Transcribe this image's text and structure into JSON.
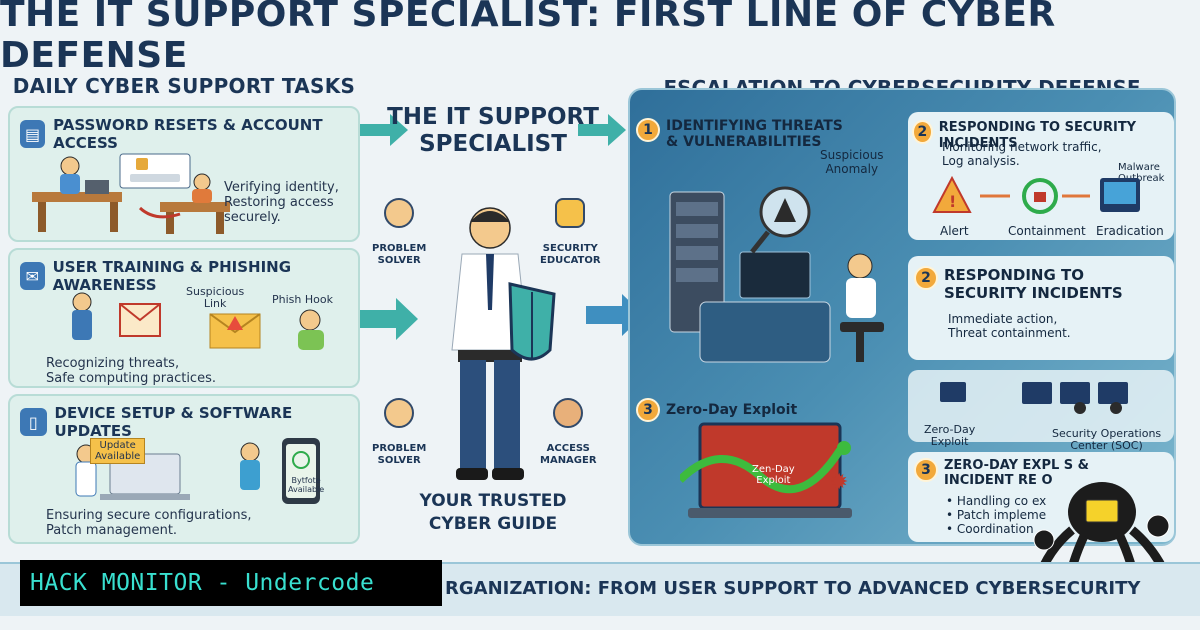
{
  "header": {
    "title": "THE IT SUPPORT SPECIALIST: FIRST LINE OF CYBER DEFENSE"
  },
  "left": {
    "title": "DAILY CYBER SUPPORT TASKS",
    "tasks": [
      {
        "title": "PASSWORD RESETS & ACCOUNT ACCESS",
        "body": "Verifying identity,\nRestoring access\nsecurely.",
        "icon": "clipboard-icon"
      },
      {
        "title": "USER TRAINING & PHISHING AWARENESS",
        "labels": [
          "Suspicious\nLink",
          "Phish Hook"
        ],
        "body": "Recognizing threats,\nSafe computing practices.",
        "icon": "envelope-icon"
      },
      {
        "title": "DEVICE SETUP & SOFTWARE UPDATES",
        "labels": [
          "Update\nAvailable",
          "Bytfote\nAvailable"
        ],
        "body": "Ensuring secure configurations,\nPatch management.",
        "icon": "device-icon"
      }
    ]
  },
  "center": {
    "title": "THE IT SUPPORT\nSPECIALIST",
    "roles": [
      "PROBLEM\nSOLVER",
      "SECURITY\nEDUCATOR",
      "PROBLEM\nSOLVER",
      "ACCESS\nMANAGER"
    ],
    "guide": "YOUR TRUSTED\nCYBER GUIDE"
  },
  "right": {
    "title": "ESCALATION TO CYBERSECURITY DEFENSE",
    "block1": {
      "num": "1",
      "title": "IDENTIFYING THREATS\n& VULNERABILITIES",
      "note": "Suspicious\nAnomaly"
    },
    "block2a": {
      "num": "2",
      "title": "RESPONDING TO SECURITY INCIDENTS",
      "body": "Monitoring network traffic,\nLog analysis.",
      "badge": "Malware\nOutbreak",
      "steps": [
        "Alert",
        "Containment",
        "Eradication"
      ]
    },
    "block2b": {
      "num": "2",
      "title": "RESPONDING TO\nSECURITY INCIDENTS",
      "body": "Immediate action,\nThreat containment."
    },
    "block3a": {
      "num": "3",
      "title": "Zero-Day Exploit",
      "screen": "Zen-Day\nExploit"
    },
    "block3b": {
      "labels": [
        "Zero-Day\nExploit",
        "Security Operations\nCenter (SOC)"
      ]
    },
    "block3c": {
      "num": "3",
      "title": "ZERO-DAY EXPL S &\nINCIDENT RE  O",
      "items": [
        "Handling co  ex",
        "Patch impleme",
        "Coordination"
      ]
    }
  },
  "footer": {
    "text": "RGANIZATION: FROM USER SUPPORT TO ADVANCED CYBERSECURITY"
  },
  "watermark": {
    "text": "HACK MONITOR - Undercode"
  },
  "colors": {
    "navy": "#1b3556",
    "teal": "#39e0d0",
    "accent": "#f2a93b"
  }
}
